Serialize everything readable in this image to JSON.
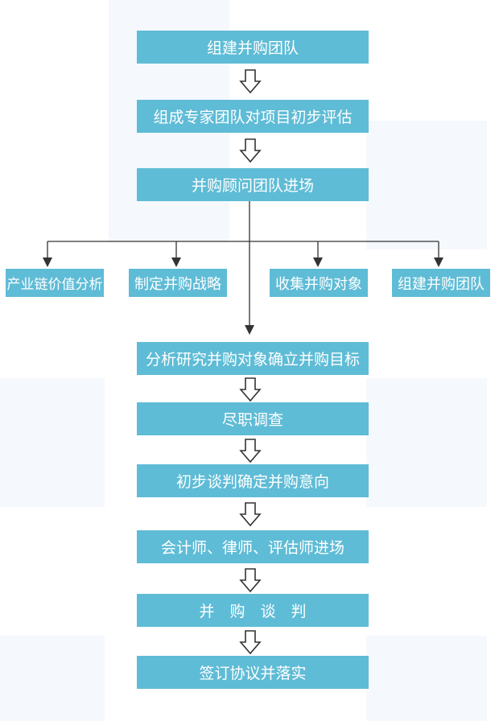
{
  "steps": [
    "组建并购团队",
    "组成专家团队对项目初步评估",
    "并购顾问团队进场",
    "分析研究并购对象确立并购目标",
    "尽职调查",
    "初步谈判确定并购意向",
    "会计师、律师、评估师进场",
    "并　购　谈　判",
    "签订协议并落实"
  ],
  "branches": [
    "产业链价值分析",
    "制定并购战略",
    "收集并购对象",
    "组建并购团队"
  ],
  "colors": {
    "box_fill": "#5fbcd6",
    "box_text": "#ffffff",
    "line": "#333333"
  }
}
